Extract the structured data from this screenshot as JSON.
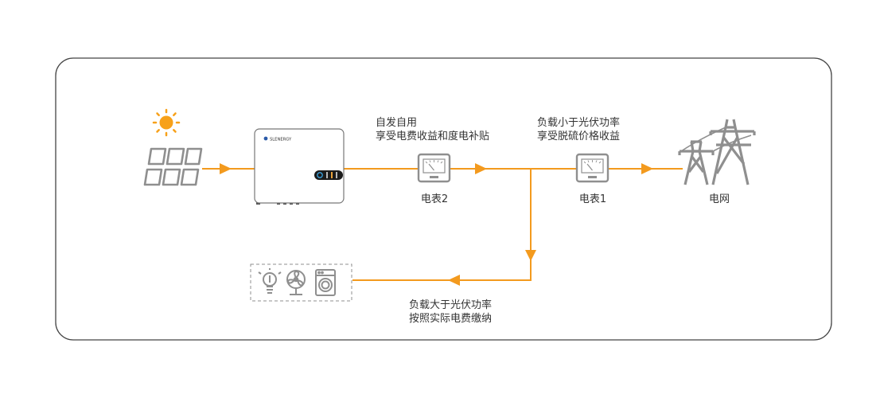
{
  "colors": {
    "flow": "#f39a1e",
    "sun": "#f7a11a",
    "outline": "#8f8f8f",
    "frame": "#444444",
    "text": "#333333"
  },
  "icons": {
    "sun": "sun-icon",
    "solar_panel": "solar-panel-icon",
    "inverter": "inverter-icon",
    "meter": "meter-icon",
    "grid_tower": "transmission-tower-icon",
    "bulb": "light-bulb-icon",
    "fan": "fan-icon",
    "washer": "washing-machine-icon"
  },
  "inverter": {
    "brand": "SLENERGY"
  },
  "meters": [
    {
      "label": "电表2"
    },
    {
      "label": "电表1"
    }
  ],
  "grid": {
    "label": "电网"
  },
  "notes": {
    "self_use": {
      "line1": "自发自用",
      "line2": "享受电费收益和度电补贴"
    },
    "export": {
      "line1": "负载小于光伏功率",
      "line2": "享受脱硫价格收益"
    },
    "import": {
      "line1": "负载大于光伏功率",
      "line2": "按照实际电费缴纳"
    }
  }
}
